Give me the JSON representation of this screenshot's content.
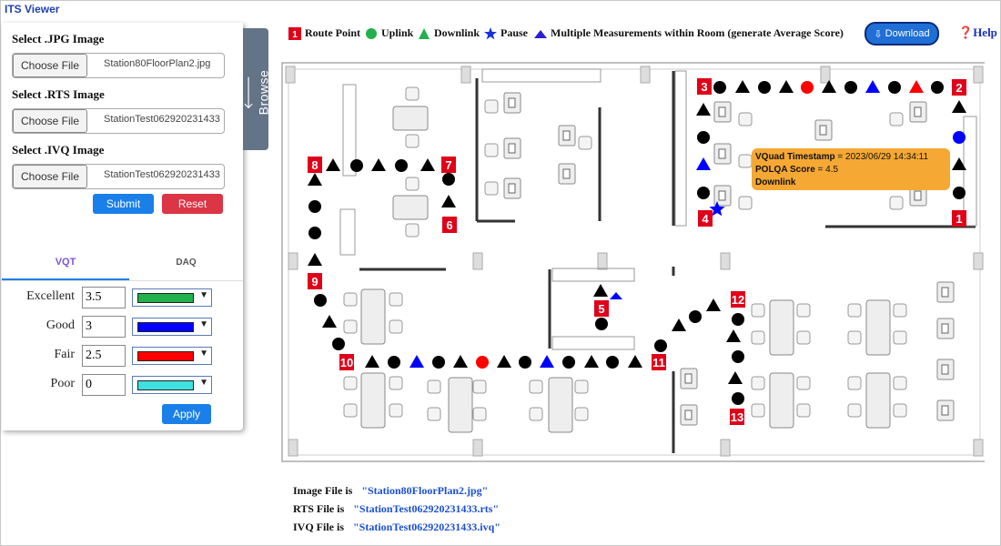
{
  "app": {
    "title": "ITS Viewer"
  },
  "panel": {
    "jpg": {
      "label": "Select .JPG Image",
      "button": "Choose File",
      "file": "Station80FloorPlan2.jpg"
    },
    "rts": {
      "label": "Select .RTS Image",
      "button": "Choose File",
      "file": "StationTest062920231433"
    },
    "ivq": {
      "label": "Select .IVQ Image",
      "button": "Choose File",
      "file": "StationTest062920231433"
    },
    "submit": "Submit",
    "reset": "Reset",
    "tabs": [
      "VQT",
      "DAQ"
    ],
    "thresholds": [
      {
        "label": "Excellent",
        "value": "3.5",
        "color": "#22b14c"
      },
      {
        "label": "Good",
        "value": "3",
        "color": "#0000ff"
      },
      {
        "label": "Fair",
        "value": "2.5",
        "color": "#ff0000"
      },
      {
        "label": "Poor",
        "value": "0",
        "color": "#40e0e0"
      }
    ],
    "apply": "Apply",
    "browse": "Browse"
  },
  "legend": {
    "route_point": "Route Point",
    "route_point_badge": "1",
    "uplink": "Uplink",
    "downlink": "Downlink",
    "pause": "Pause",
    "multiple": "Multiple Measurements within Room (generate Average Score)"
  },
  "toolbar": {
    "download": "Download",
    "help": "Help"
  },
  "tooltip": {
    "ts_label": "VQuad Timestamp",
    "ts_value": "= 2023/06/29 14:34:11",
    "score_label": "POLQA Score",
    "score_value": "= 4.5",
    "direction": "Downlink"
  },
  "route_points": [
    "1",
    "2",
    "3",
    "4",
    "5",
    "6",
    "7",
    "8",
    "9",
    "10",
    "11",
    "12",
    "13"
  ],
  "footer": {
    "image_label": "Image File is",
    "image_value": "\"Station80FloorPlan2.jpg\"",
    "rts_label": "RTS File is",
    "rts_value": "\"StationTest062920231433.rts\"",
    "ivq_label": "IVQ File is",
    "ivq_value": "\"StationTest062920231433.ivq\""
  }
}
